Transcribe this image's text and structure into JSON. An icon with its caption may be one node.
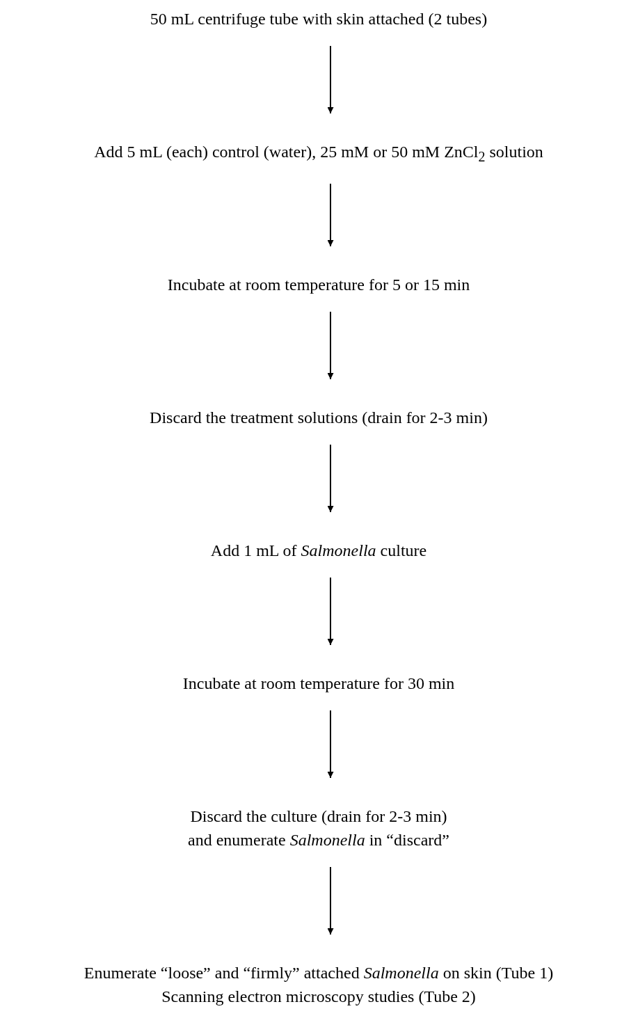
{
  "diagram": {
    "nodes": [
      {
        "text": [
          "50 mL centrifuge tube with skin attached (2 tubes)"
        ]
      },
      {
        "text": [
          "Add 5 mL (each) control (water), 25 mM or 50 mM ZnCl$_{2}$ solution"
        ]
      },
      {
        "text": [
          "Incubate at room temperature for 5 or 15 min"
        ]
      },
      {
        "text": [
          "Discard the treatment solutions (drain for 2-3 min)"
        ]
      },
      {
        "text": [
          "Add 1 mL of *Salmonella* culture"
        ]
      },
      {
        "text": [
          "Incubate at room temperature for 30 min"
        ]
      },
      {
        "text": [
          "Discard the culture (drain for 2-3 min) and enumerate *Salmonella* in “discard”"
        ]
      },
      {
        "text": [
          "Enumerate “loose” and “firmly” attached *Salmonella* on skin (Tube 1)",
          "Scanning electron microscopy studies (Tube 2)"
        ]
      }
    ],
    "edges": [
      {
        "from": 0,
        "to": 1,
        "arrow": "to"
      },
      {
        "from": 1,
        "to": 2,
        "arrow": "to"
      },
      {
        "from": 2,
        "to": 3,
        "arrow": "to"
      },
      {
        "from": 3,
        "to": 4,
        "arrow": "to"
      },
      {
        "from": 4,
        "to": 5,
        "arrow": "to"
      },
      {
        "from": 5,
        "to": 6,
        "arrow": "to"
      },
      {
        "from": 6,
        "to": 7,
        "arrow": "to"
      }
    ]
  }
}
